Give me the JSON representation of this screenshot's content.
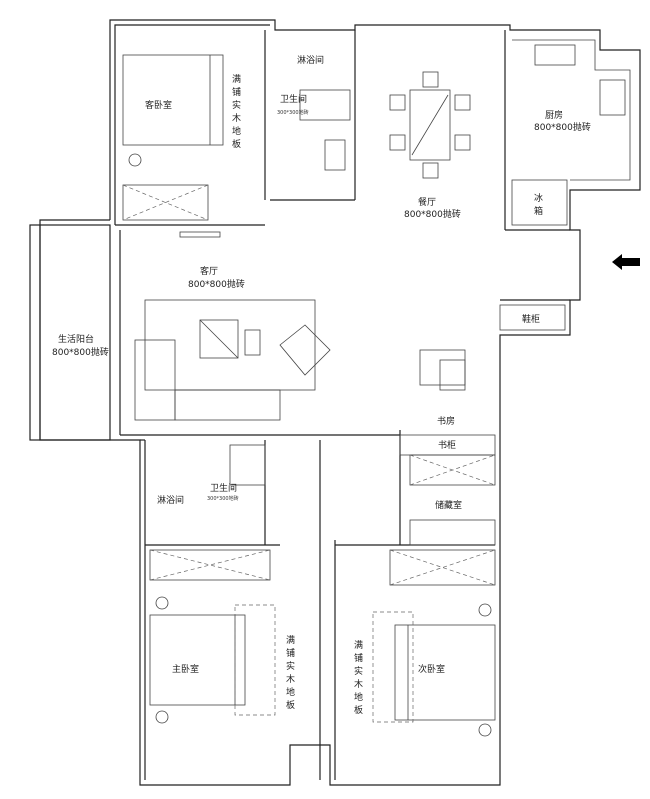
{
  "rooms": {
    "guest_bedroom": "客卧室",
    "guest_floor": [
      "满",
      "铺",
      "实",
      "木",
      "地",
      "板"
    ],
    "shower_top": "淋浴间",
    "bath_top": "卫生间",
    "bath_top_tile": "300*300地砖",
    "dining": "餐厅",
    "dining_tile": "800*800抛砖",
    "kitchen": "厨房",
    "kitchen_tile": "800*800抛砖",
    "fridge": [
      "冰",
      "箱"
    ],
    "living": "客厅",
    "living_tile": "800*800抛砖",
    "balcony": "生活阳台",
    "balcony_tile": "800*800抛砖",
    "shoe_cabinet": "鞋柜",
    "study": "书房",
    "bookcase": "书柜",
    "storage": "储藏室",
    "shower_bottom": "淋浴间",
    "bath_bottom": "卫生间",
    "bath_bottom_tile": "300*300地砖",
    "master_bedroom": "主卧室",
    "master_floor": [
      "满",
      "铺",
      "实",
      "木",
      "地",
      "板"
    ],
    "second_floor": [
      "满",
      "铺",
      "实",
      "木",
      "地",
      "板"
    ],
    "second_bedroom": "次卧室"
  },
  "icons": {
    "entrance": "arrow-left-icon"
  },
  "colors": {
    "line": "#222222",
    "background": "#ffffff"
  }
}
